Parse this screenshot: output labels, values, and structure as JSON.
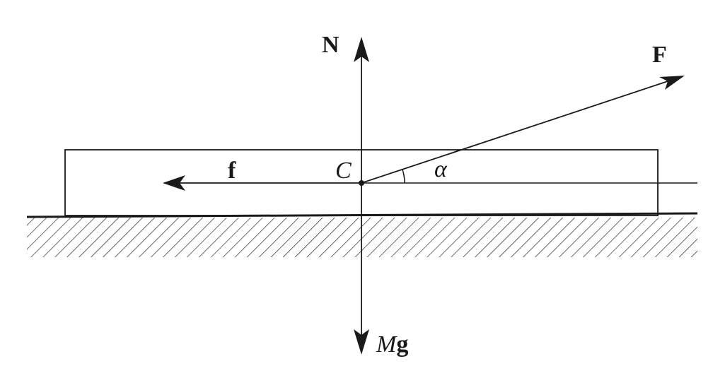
{
  "labels": {
    "normal_force": "N",
    "applied_force": "F",
    "friction_force": "f",
    "center_point": "C",
    "angle": "α",
    "gravity_mass": "M",
    "gravity_g": "g"
  },
  "colors": {
    "ink": "#1a1a1a",
    "background": "#ffffff"
  }
}
